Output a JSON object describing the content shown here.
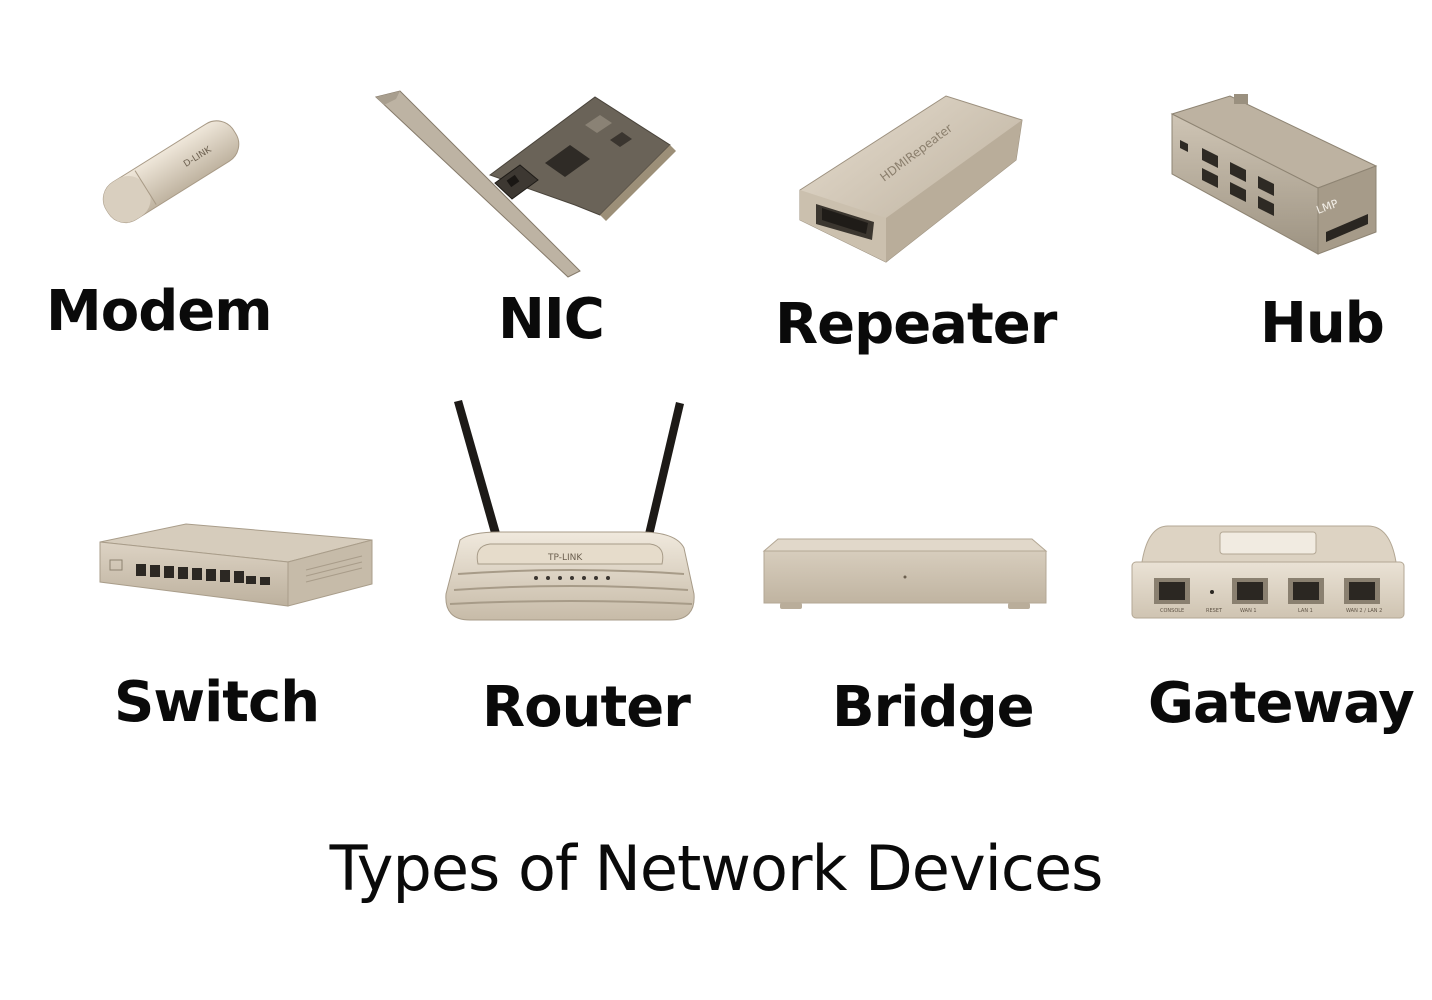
{
  "title": "Types of Network Devices",
  "devices": [
    {
      "label": "Modem",
      "icon": "modem-icon"
    },
    {
      "label": "NIC",
      "icon": "nic-card-icon"
    },
    {
      "label": "Repeater",
      "icon": "repeater-icon"
    },
    {
      "label": "Hub",
      "icon": "usb-hub-icon"
    },
    {
      "label": "Switch",
      "icon": "network-switch-icon"
    },
    {
      "label": "Router",
      "icon": "wireless-router-icon"
    },
    {
      "label": "Bridge",
      "icon": "network-bridge-icon"
    },
    {
      "label": "Gateway",
      "icon": "gateway-icon"
    }
  ],
  "device_markings": {
    "modem": "D-LINK",
    "repeater": "HDMIRepeater",
    "hub": "LMP",
    "router": "TP-LINK",
    "gateway_ports": [
      "CONSOLE",
      "RESET",
      "WAN 1",
      "LAN 1",
      "WAN 2 / LAN 2"
    ]
  },
  "colors": {
    "device_tone": "#d6ccbc",
    "device_shade": "#a89e8e",
    "text": "#0a0a0a",
    "background": "#ffffff"
  }
}
